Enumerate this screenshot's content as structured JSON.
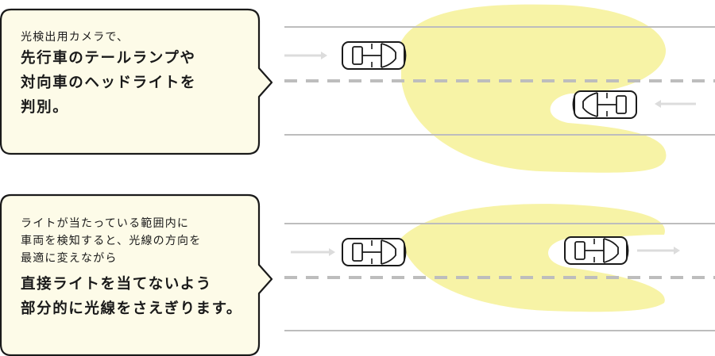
{
  "panel_top": {
    "caption_small": [
      "光検出用カメラで、"
    ],
    "caption_large": [
      "先行車のテールランプや",
      "対向車のヘッドライトを",
      "判別。"
    ]
  },
  "panel_bottom": {
    "caption_small": [
      "ライトが当たっている範囲内に",
      "車両を検知すると、光線の方向を",
      "最適に変えながら"
    ],
    "caption_large": [
      "直接ライトを当てないよう",
      "部分的に光線をさえぎります。"
    ]
  },
  "colors": {
    "beam": "#f7f3a6",
    "bubble_bg": "#fdfbe8",
    "outline": "#1a1a1a",
    "road_line": "#bdbdbd",
    "arrow": "#dcdcdc"
  },
  "icons": [
    "car-icon",
    "direction-arrow-icon"
  ]
}
